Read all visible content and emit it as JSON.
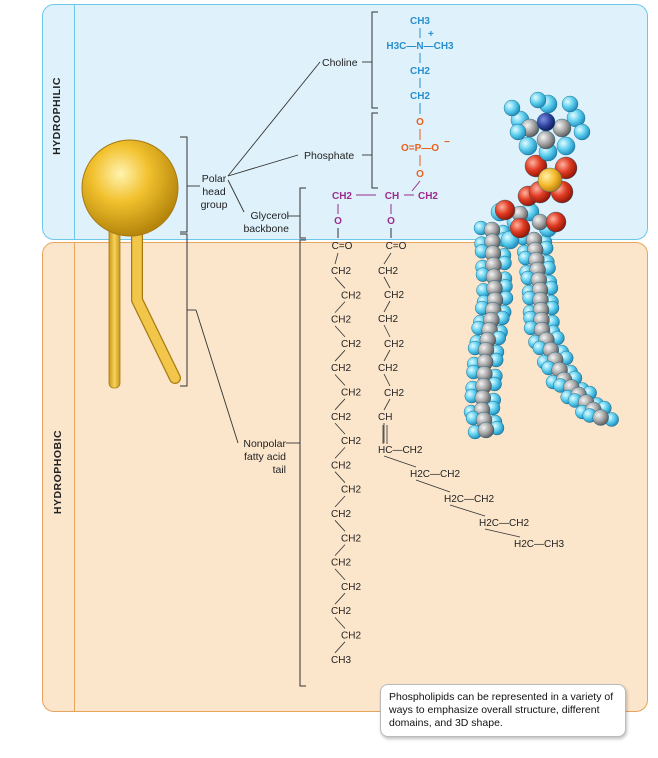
{
  "regions": {
    "hydrophilic": "HYDROPHILIC",
    "hydrophobic": "HYDROPHOBIC"
  },
  "labels": {
    "choline": "Choline",
    "phosphate": "Phosphate",
    "polar_head_group": [
      "Polar",
      "head",
      "group"
    ],
    "glycerol_backbone": [
      "Glycerol",
      "backbone"
    ],
    "nonpolar_tail": [
      "Nonpolar",
      "fatty acid",
      "tail"
    ]
  },
  "chemistry": {
    "choline": {
      "methyl_top": "CH3",
      "row": "H3C—N—CH3",
      "charge": "+",
      "ch2_a": "CH2",
      "ch2_b": "CH2"
    },
    "phosphate": {
      "o_top": "O",
      "row": "O=P—O",
      "charge": "−",
      "o_bottom": "O"
    },
    "glycerol": {
      "left_ch2": "CH2",
      "ch": "CH",
      "right_ch2": "CH2",
      "o": "O",
      "carbonyl": "C=O"
    },
    "saturated_chain": [
      "CH2",
      "CH2",
      "CH2",
      "CH2",
      "CH2",
      "CH2",
      "CH2",
      "CH2",
      "CH2",
      "CH2",
      "CH2",
      "CH2",
      "CH2",
      "CH2",
      "CH2",
      "CH2",
      "CH3"
    ],
    "unsaturated_chain": [
      "CH2",
      "CH2",
      "CH2",
      "CH2",
      "CH2",
      "CH2",
      "CH",
      "HC—CH2",
      "H2C—CH2",
      "H2C—CH2",
      "H2C—CH2",
      "H2C—CH3"
    ]
  },
  "caption": "Phospholipids can be represented in a variety of ways to emphasize overall structure, different domains, and 3D shape.",
  "colors": {
    "hydrophilic_fill": "#dff2fb",
    "hydrophobic_fill": "#fbe6cc",
    "head_gold": "#f2c12e",
    "choline_blue": "#2a8fce",
    "phosphate_orange": "#e9601d",
    "glycerol_purple": "#9a2c8e"
  }
}
